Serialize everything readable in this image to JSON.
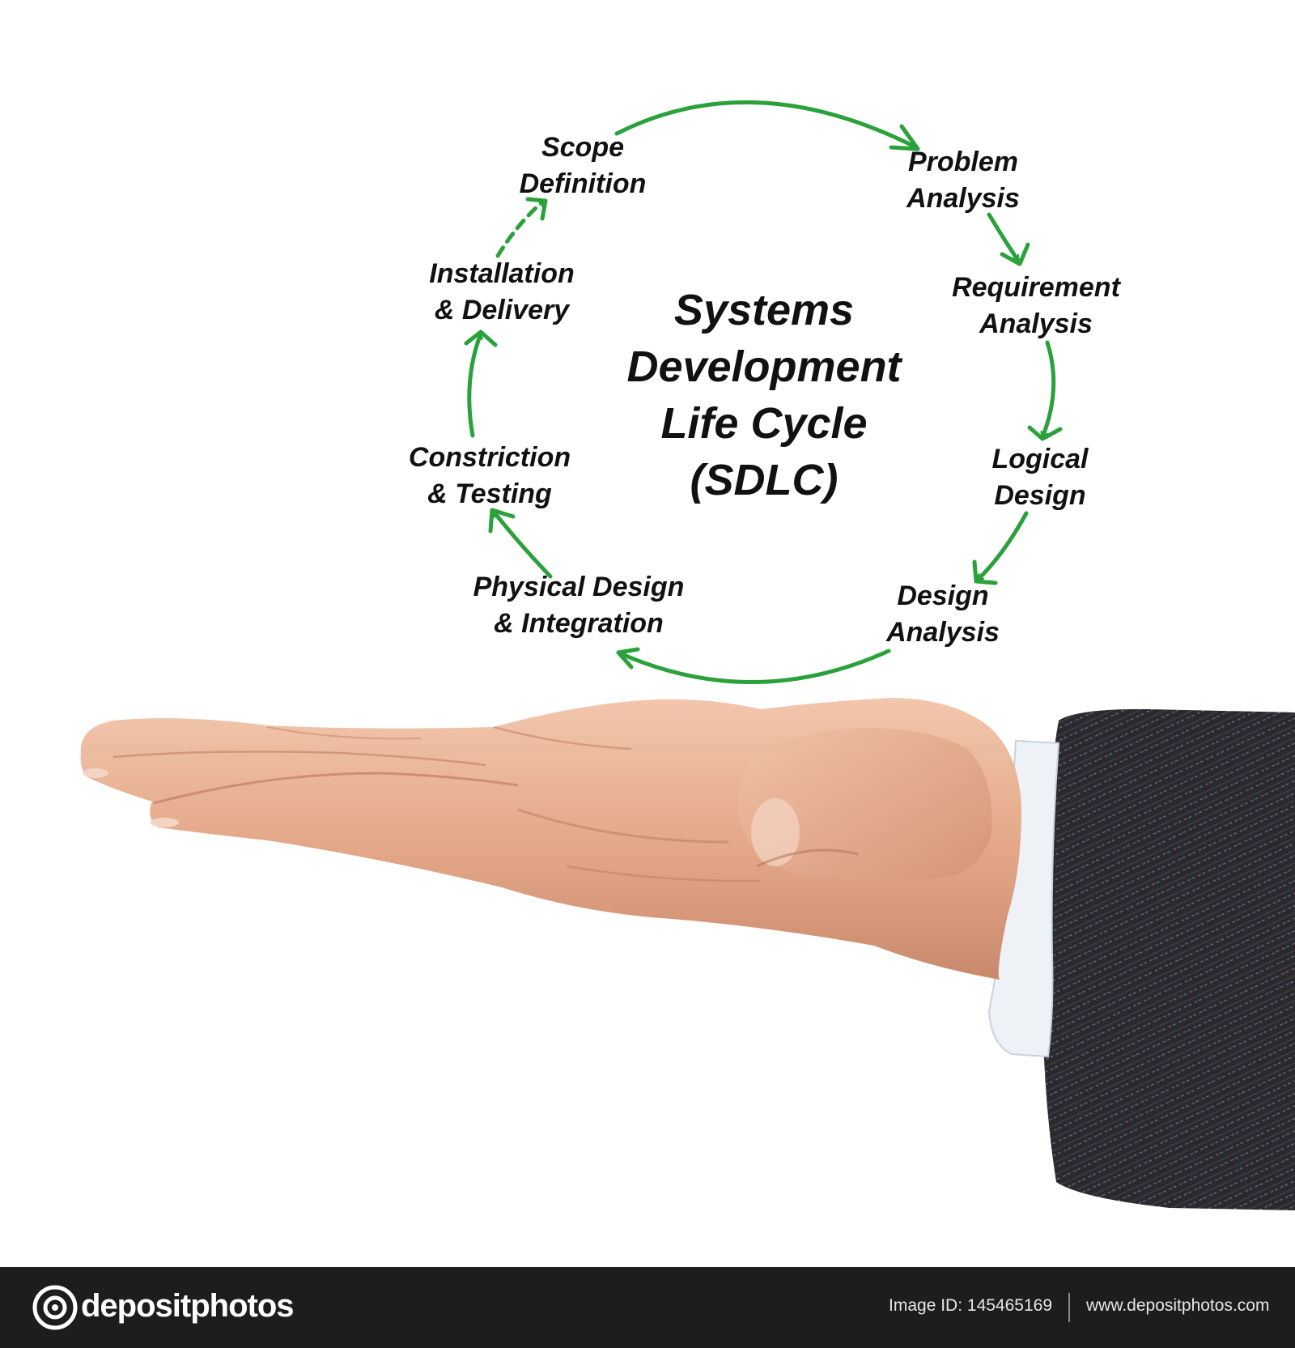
{
  "diagram": {
    "title_lines": [
      "Systems",
      "Development",
      "Life Cycle",
      "(SDLC)"
    ],
    "arrow_color": "#2aa13a",
    "stages": [
      {
        "id": "scope",
        "lines": [
          "Scope",
          "Definition"
        ]
      },
      {
        "id": "problem",
        "lines": [
          "Problem",
          "Analysis"
        ]
      },
      {
        "id": "requirement",
        "lines": [
          "Requirement",
          "Analysis"
        ]
      },
      {
        "id": "logical",
        "lines": [
          "Logical",
          "Design"
        ]
      },
      {
        "id": "design-analysis",
        "lines": [
          "Design",
          "Analysis"
        ]
      },
      {
        "id": "physical",
        "lines": [
          "Physical Design",
          "& Integration"
        ]
      },
      {
        "id": "construction",
        "lines": [
          "Constriction",
          "& Testing"
        ]
      },
      {
        "id": "installation",
        "lines": [
          "Installation",
          "& Delivery"
        ]
      }
    ]
  },
  "photo": {
    "subject": "open palm of hand in dark suit sleeve"
  },
  "footer": {
    "brand": "depositphotos",
    "image_id": "Image ID: 145465169",
    "url": "www.depositphotos.com"
  }
}
